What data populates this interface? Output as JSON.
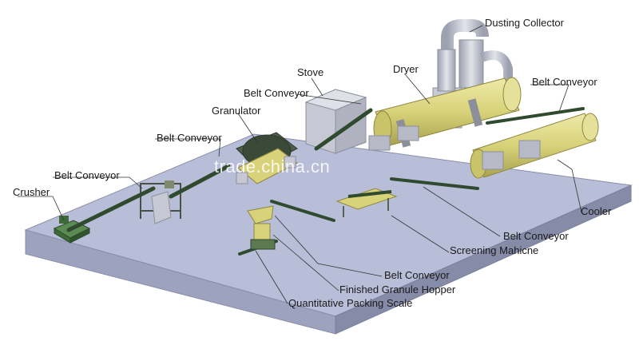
{
  "labels": {
    "dusting_collector": "Dusting Collector",
    "stove": "Stove",
    "dryer": "Dryer",
    "belt_conveyor_top_right": "Belt Conveyor",
    "belt_conveyor_stove": "Belt Conveyor",
    "granulator": "Granulator",
    "belt_conveyor_granulator": "Belt Conveyor",
    "belt_conveyor_crusher": "Belt Conveyor",
    "crusher": "Crusher",
    "cooler": "Cooler",
    "belt_conveyor_cooler": "Belt Conveyor",
    "screening_machine": "Screening Mahicne",
    "belt_conveyor_hopper": "Belt Conveyor",
    "finished_granule_hopper": "Finished Granule Hopper",
    "quantitative_packing_scale": "Quantitative Packing Scale"
  },
  "watermark": "trade.china.cn",
  "colors": {
    "platform_top": "#b9bed8",
    "platform_side": "#8c91b0",
    "drum_yellow": "#d8d27a",
    "machine_green": "#3a5a3a",
    "duct_grey": "#b8bcc8",
    "stove_grey": "#c6c9d3"
  }
}
